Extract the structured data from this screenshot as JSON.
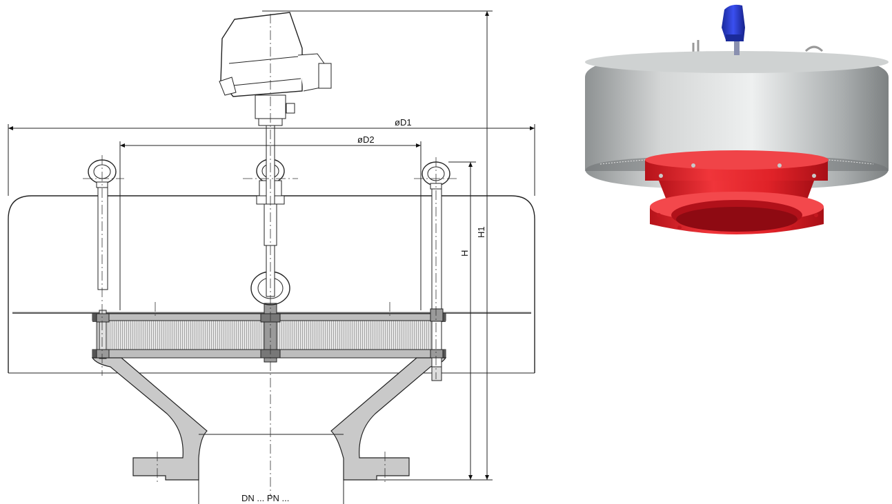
{
  "labels": {
    "d1": "øD1",
    "d2": "øD2",
    "h": "H",
    "h1": "H1",
    "dn_pn": "DN ... PN ..."
  },
  "colors": {
    "flange_red": "#e8242a",
    "housing_grey": "#b9bcbd",
    "thermometer_blue": "#2233cc",
    "section_fill": "#c9c9c9"
  }
}
